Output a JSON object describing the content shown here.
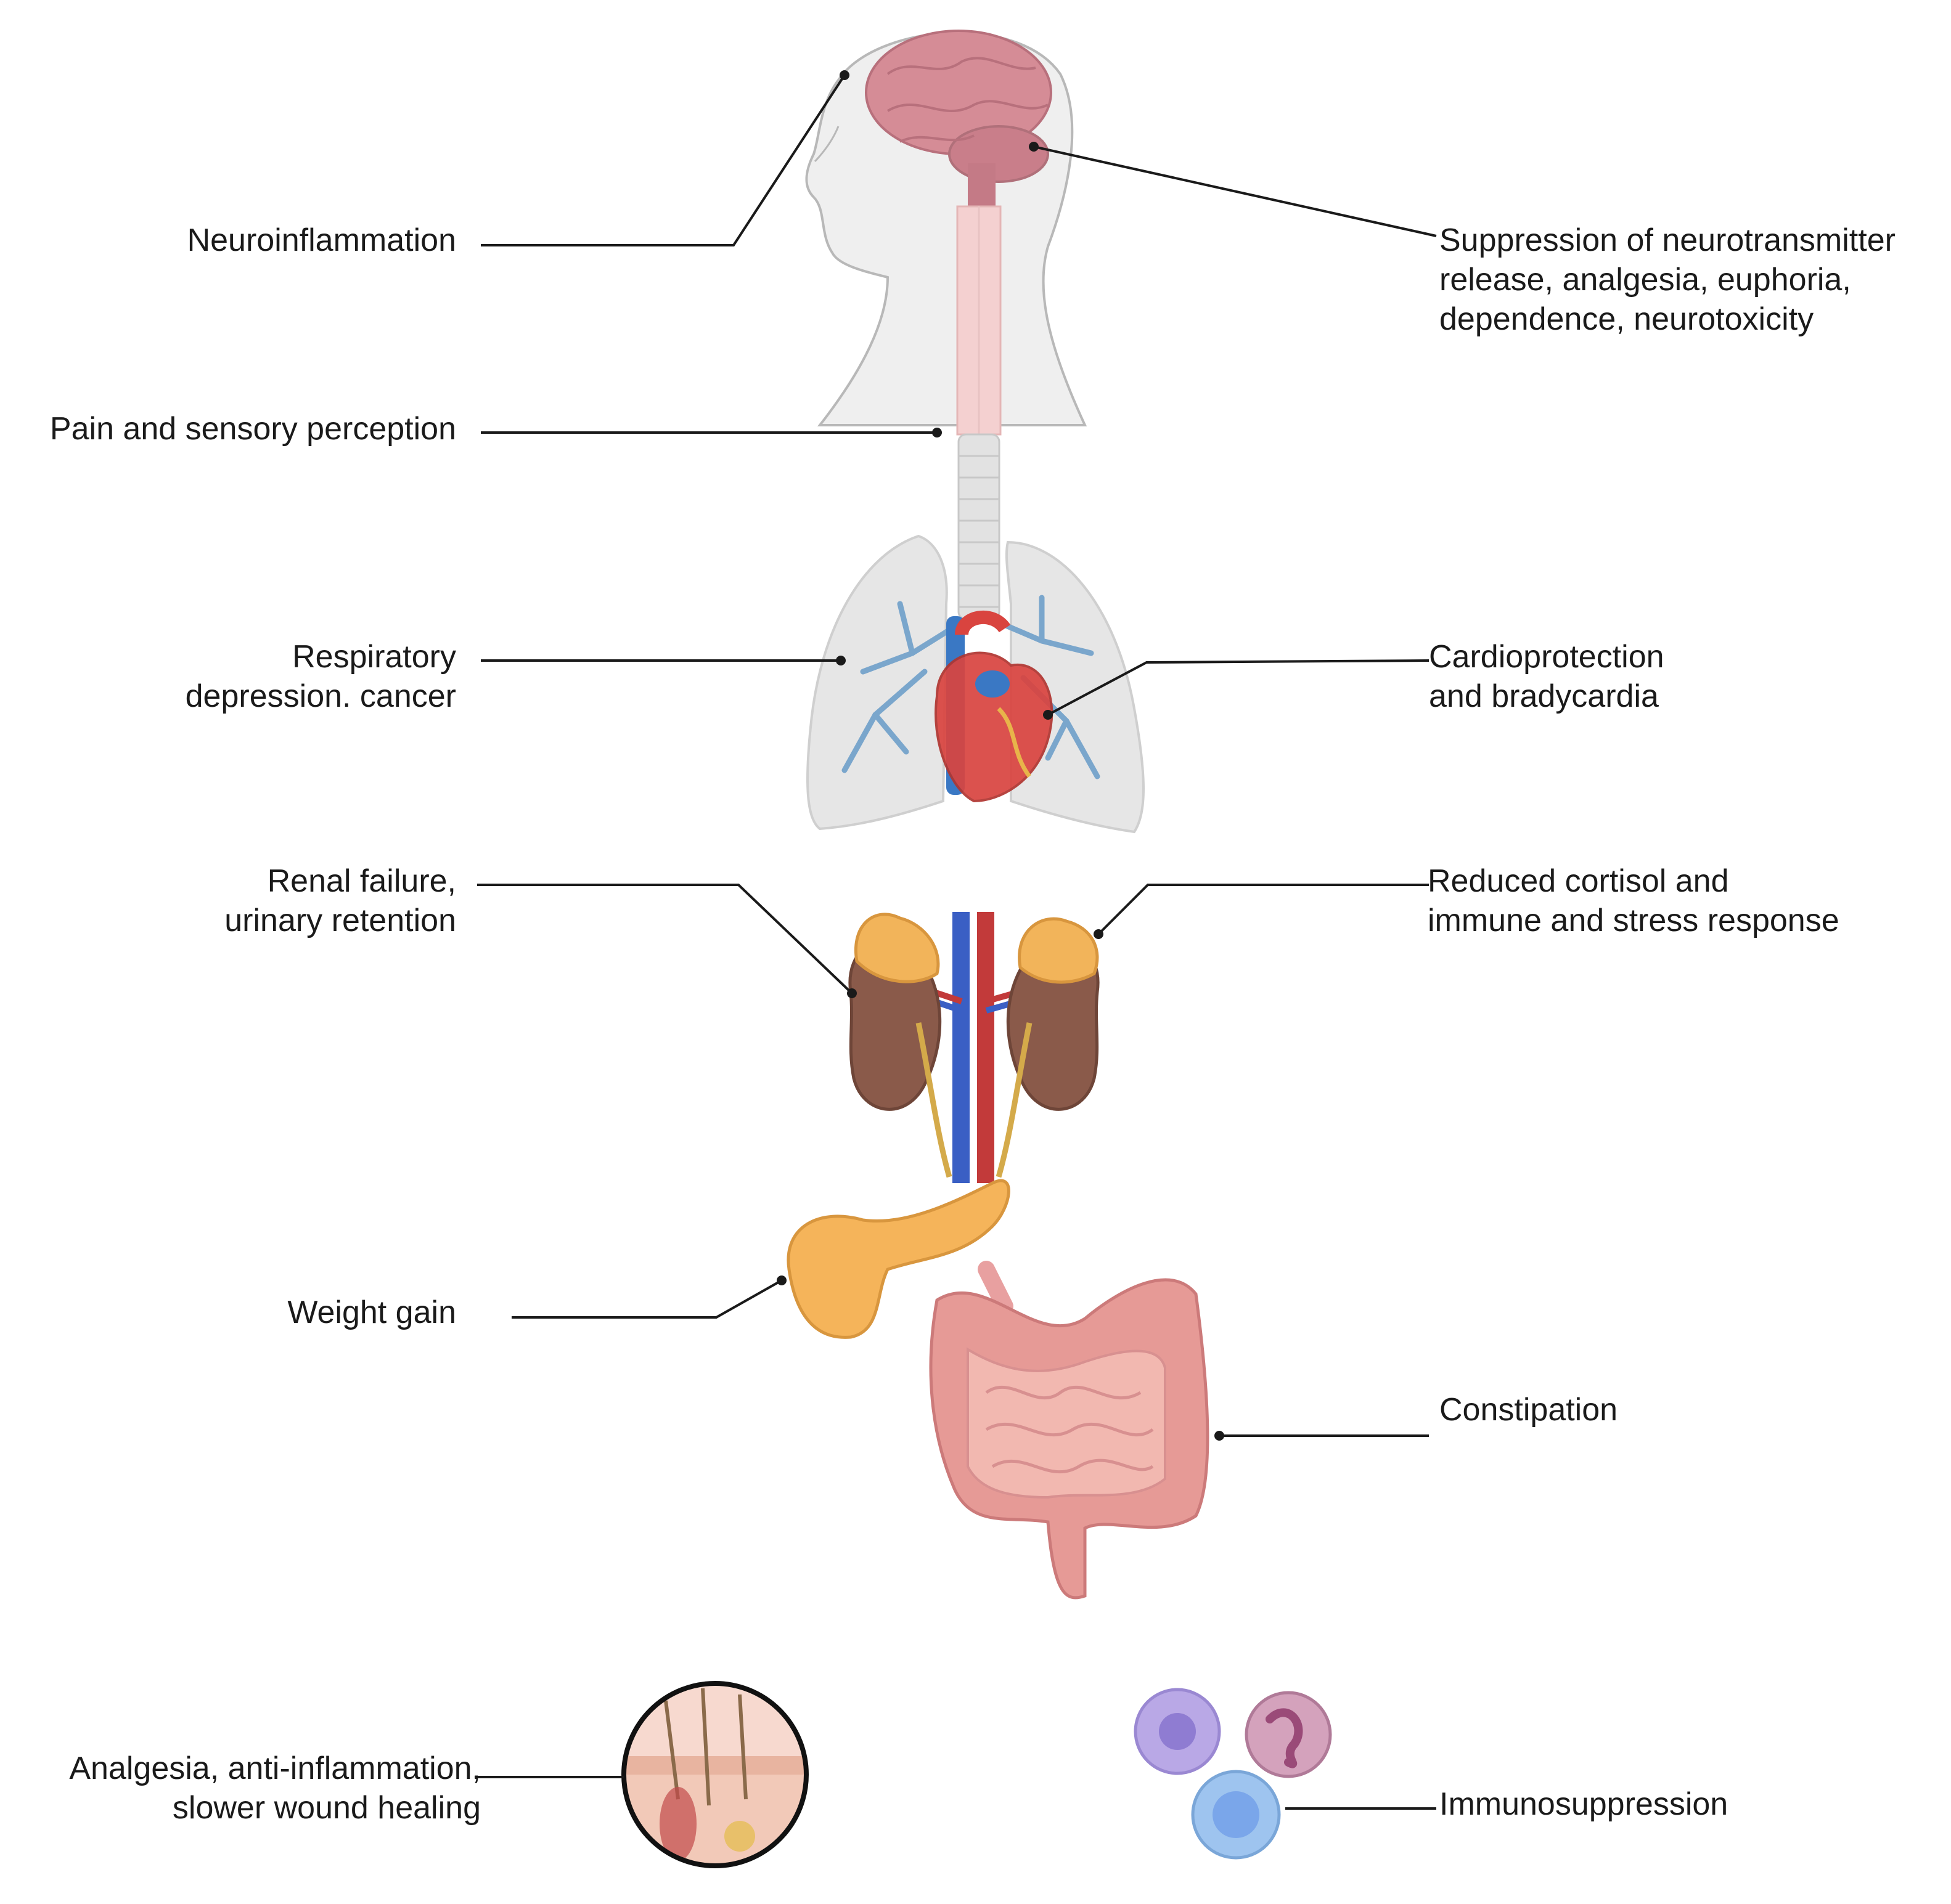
{
  "labels": {
    "neuroinflammation": [
      "Neuroinflammation"
    ],
    "suppression": [
      "Suppression of neurotransmitter",
      "release, analgesia, euphoria,",
      "dependence, neurotoxicity"
    ],
    "pain": [
      "Pain and sensory perception"
    ],
    "respiratory": [
      "Respiratory",
      "depression. cancer"
    ],
    "cardio": [
      "Cardioprotection",
      "and bradycardia"
    ],
    "renal": [
      "Renal failure,",
      "urinary retention"
    ],
    "cortisol": [
      "Reduced cortisol and",
      "immune and stress response"
    ],
    "weight": [
      "Weight gain"
    ],
    "constipation": [
      "Constipation"
    ],
    "skin": [
      "Analgesia, anti-inflammation,",
      "slower wound healing"
    ],
    "immuno": [
      "Immunosuppression"
    ]
  },
  "icons": [
    "head-brain-icon",
    "spinal-cord-icon",
    "trachea-icon",
    "lungs-icon",
    "heart-icon",
    "kidneys-icon",
    "adrenal-gland-icon",
    "pancreas-icon",
    "intestines-icon",
    "skin-section-icon",
    "immune-cells-icon"
  ],
  "colors": {
    "leader_line": "#1a1a1a",
    "brain": "#d58c96",
    "lungs": "#e6e6e6",
    "bronchi": "#7aa6cc",
    "heart": "#d9443f",
    "vein": "#3a78c4",
    "kidney": "#8a5a4a",
    "adrenal": "#f2b45a",
    "pancreas": "#f5b45a",
    "intestine": "#e69a96",
    "skin": "#f7d9cf",
    "cell_purple": "#b9a8e6",
    "cell_pink": "#c98aa8",
    "cell_blue": "#9ec4ef"
  }
}
